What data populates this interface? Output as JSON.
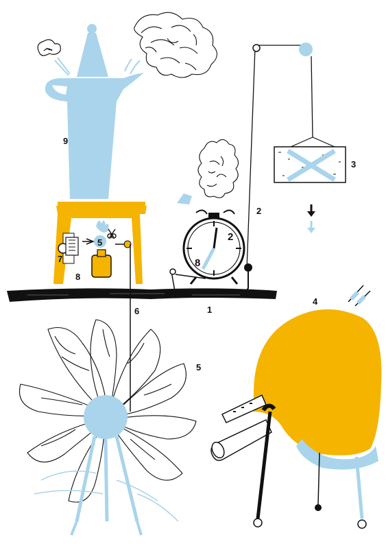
{
  "labels": {
    "shelf": "1",
    "string": "2",
    "weight": "3",
    "bagpipe": "4",
    "fan": "5",
    "rod": "6",
    "tap": "7",
    "lamp": "8",
    "coffeepot": "9",
    "clock_hand": "8",
    "clock_number": "2",
    "burner_number": "5"
  },
  "colors": {
    "blue": "#a9d4ec",
    "orange": "#f5b400",
    "ink": "#111111"
  },
  "icons": {
    "down_arrow_black": "arrow-down",
    "down_arrow_blue": "arrow-down"
  }
}
